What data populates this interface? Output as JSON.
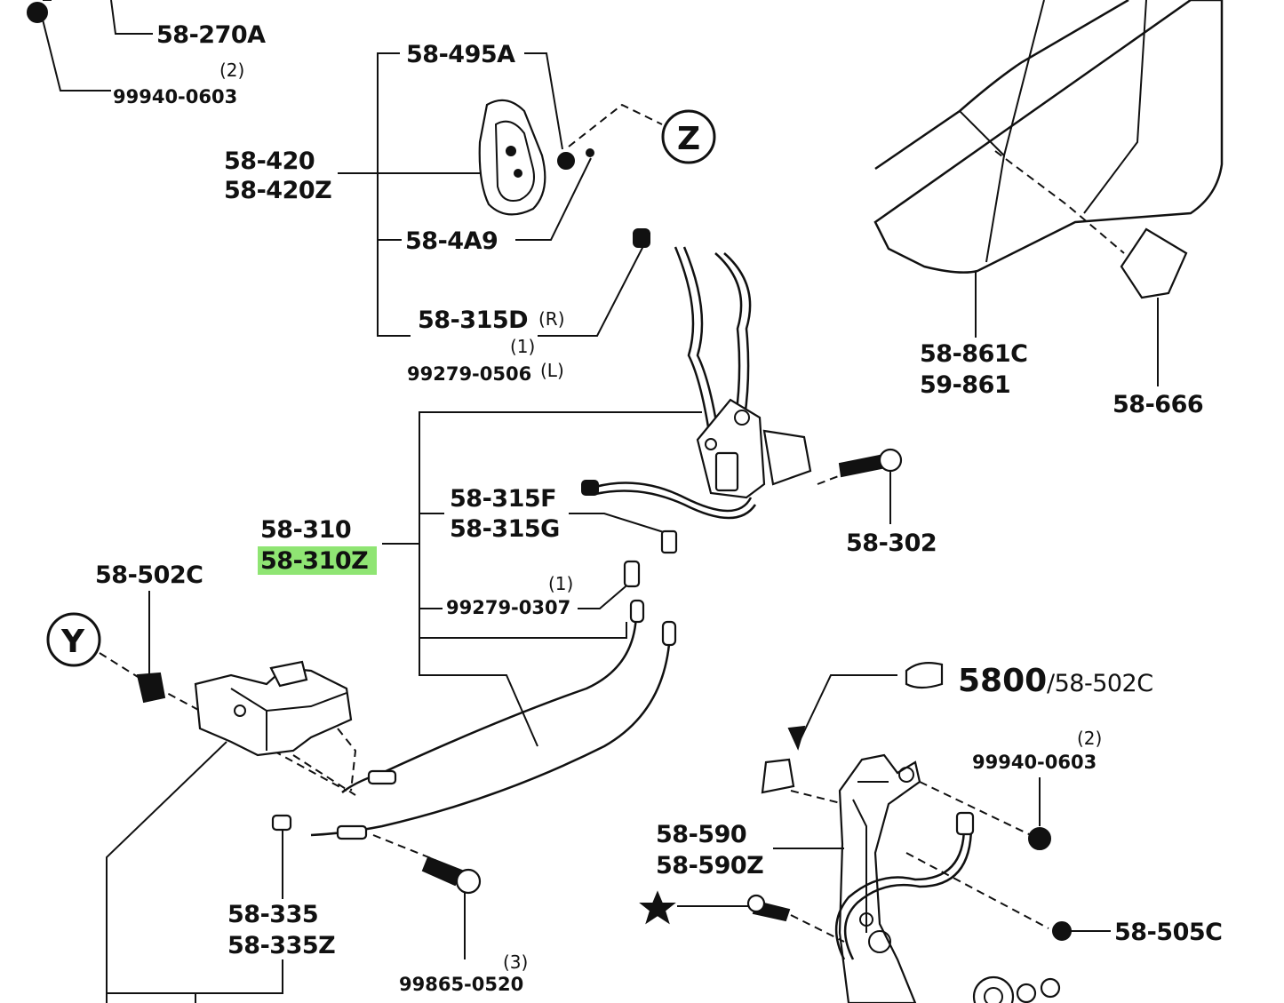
{
  "labels": {
    "p_58_270A": "58-270A",
    "p_99940_0603_top": "99940-0603",
    "q_top": "(2)",
    "p_58_495A": "58-495A",
    "p_58_420": "58-420",
    "p_58_420Z": "58-420Z",
    "p_58_4A9": "58-4A9",
    "p_58_315D": "58-315D",
    "side_R": "(R)",
    "q_315": "(1)",
    "p_99279_0506": "99279-0506",
    "side_L": "(L)",
    "callout_Z": "Z",
    "p_58_861C": "58-861C",
    "p_59_861": "59-861",
    "p_58_666": "58-666",
    "p_58_310": "58-310",
    "p_58_310Z": "58-310Z",
    "p_58_315F": "58-315F",
    "p_58_315G": "58-315G",
    "q_0307": "(1)",
    "p_99279_0307": "99279-0307",
    "p_58_302": "58-302",
    "p_58_502C": "58-502C",
    "callout_Y": "Y",
    "p_5800": "5800",
    "p_5800_suffix": "/58-502C",
    "q_0603_b": "(2)",
    "p_99940_0603_b": "99940-0603",
    "p_58_590": "58-590",
    "p_58_590Z": "58-590Z",
    "p_58_505C": "58-505C",
    "p_58_335": "58-335",
    "p_58_335Z": "58-335Z",
    "q_0520": "(3)",
    "p_99865_0520": "99865-0520"
  },
  "highlight": {
    "part": "58-310Z",
    "color": "#7be05a"
  },
  "icons": [
    "star-icon",
    "callout-circle-z",
    "callout-circle-y",
    "hand-pointer-icon"
  ]
}
